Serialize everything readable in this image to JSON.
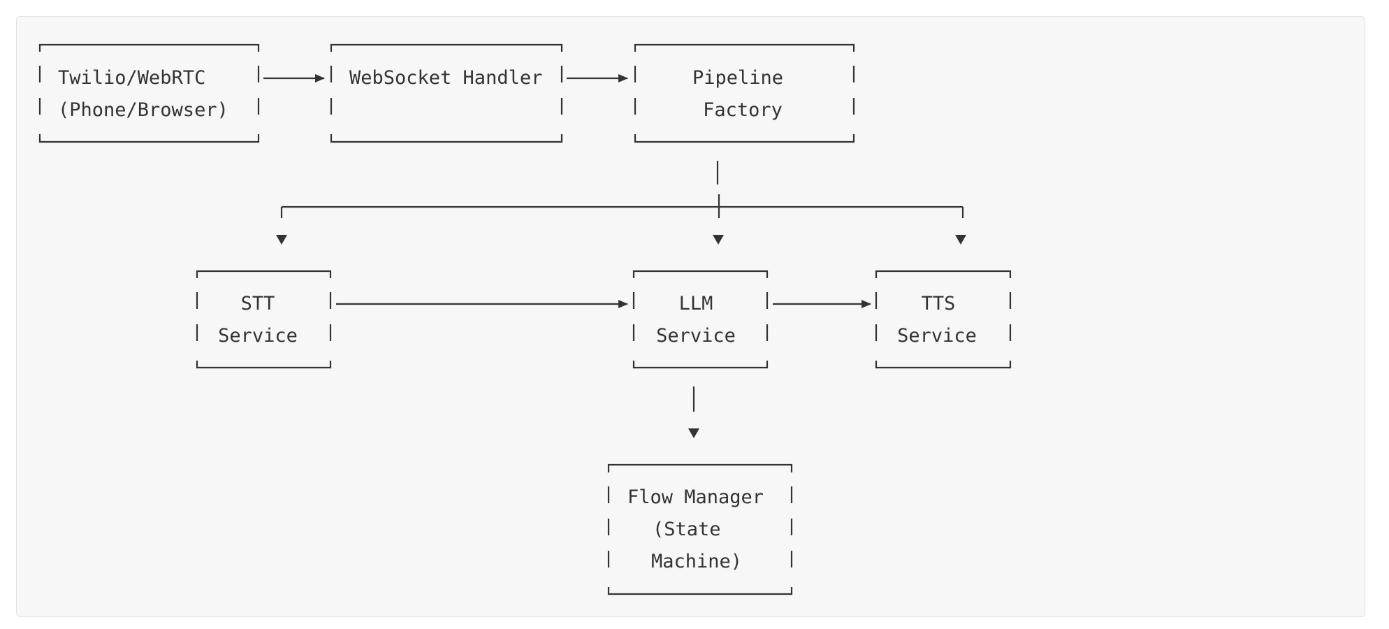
{
  "diagram": {
    "colors": {
      "background": "#f7f7f7",
      "border": "#e1e1e1",
      "stroke": "#333333",
      "text": "#333333"
    },
    "nodes": {
      "twilio": {
        "line1": "Twilio/WebRTC",
        "line2": "(Phone/Browser)"
      },
      "websocket": {
        "line1": "WebSocket Handler"
      },
      "pipeline": {
        "line1": "Pipeline",
        "line2": "Factory"
      },
      "stt": {
        "line1": "STT",
        "line2": "Service"
      },
      "llm": {
        "line1": "LLM",
        "line2": "Service"
      },
      "tts": {
        "line1": "TTS",
        "line2": "Service"
      },
      "flow": {
        "line1": "Flow Manager",
        "line2": "(State",
        "line3": "Machine)"
      }
    }
  }
}
